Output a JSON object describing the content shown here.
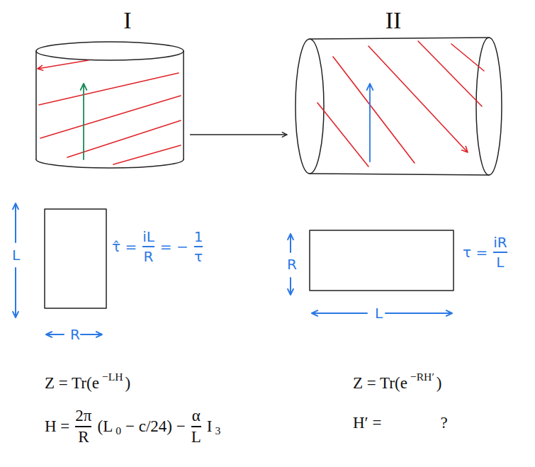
{
  "diagram": {
    "nodes": [
      {
        "text": [
          "I"
        ]
      },
      {
        "text": [
          "II"
        ]
      }
    ],
    "edges": [
      {
        "from": 0,
        "to": 1,
        "arrow": "to"
      }
    ],
    "labels": [
      "L",
      "R",
      "τ̂ =",
      "iL",
      "R",
      "= −",
      "1",
      "τ",
      "R",
      "L",
      "τ =",
      "iR",
      "L",
      "Z = Tr(e",
      "−LH",
      ")",
      "Z = Tr(e",
      "−RH′",
      ")",
      "H =",
      "2π",
      "R",
      "(L",
      "0",
      "− c/24) −",
      "α",
      "L",
      "I",
      "3",
      "H′ =",
      "?"
    ]
  }
}
